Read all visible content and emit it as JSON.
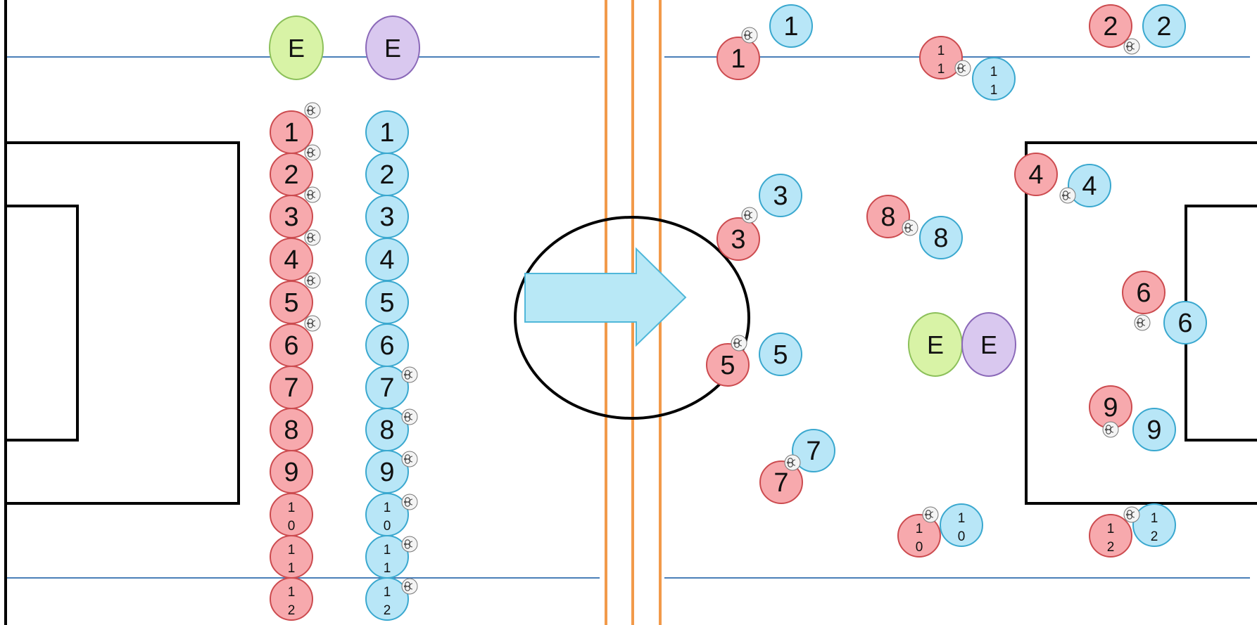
{
  "colors": {
    "team_red_fill": "#f7a9ad",
    "team_red_stroke": "#cc4b4f",
    "team_blue_fill": "#b8e6f7",
    "team_blue_stroke": "#3aa8cf",
    "coach_green_fill": "#d8f3a6",
    "coach_green_stroke": "#8cc05a",
    "coach_purple_fill": "#d9c8ef",
    "coach_purple_stroke": "#8a68b8",
    "divider": "#f29a4a",
    "sideline": "#4a7fb8",
    "arrow_fill": "#b8e8f6",
    "arrow_stroke": "#4fb7d9",
    "pitch_line": "#000000"
  },
  "icons": {
    "ball": "soccer-ball-icon",
    "arrow": "right-arrow-icon"
  },
  "coaches": {
    "left": [
      "E",
      "E"
    ],
    "right": [
      "E",
      "E"
    ]
  },
  "lineup": {
    "red": [
      "1",
      "2",
      "3",
      "4",
      "5",
      "6",
      "7",
      "8",
      "9",
      "10",
      "11",
      "12"
    ],
    "blue": [
      "1",
      "2",
      "3",
      "4",
      "5",
      "6",
      "7",
      "8",
      "9",
      "10",
      "11",
      "12"
    ]
  },
  "field_pairs": [
    {
      "red": "1",
      "blue": "1"
    },
    {
      "red": "11",
      "blue": "11"
    },
    {
      "red": "2",
      "blue": "2"
    },
    {
      "red": "3",
      "blue": "3"
    },
    {
      "red": "8",
      "blue": "8"
    },
    {
      "red": "4",
      "blue": "4"
    },
    {
      "red": "6",
      "blue": "6"
    },
    {
      "red": "5",
      "blue": "5"
    },
    {
      "red": "9",
      "blue": "9"
    },
    {
      "red": "7",
      "blue": "7"
    },
    {
      "red": "10",
      "blue": "10"
    },
    {
      "red": "12",
      "blue": "12"
    }
  ]
}
